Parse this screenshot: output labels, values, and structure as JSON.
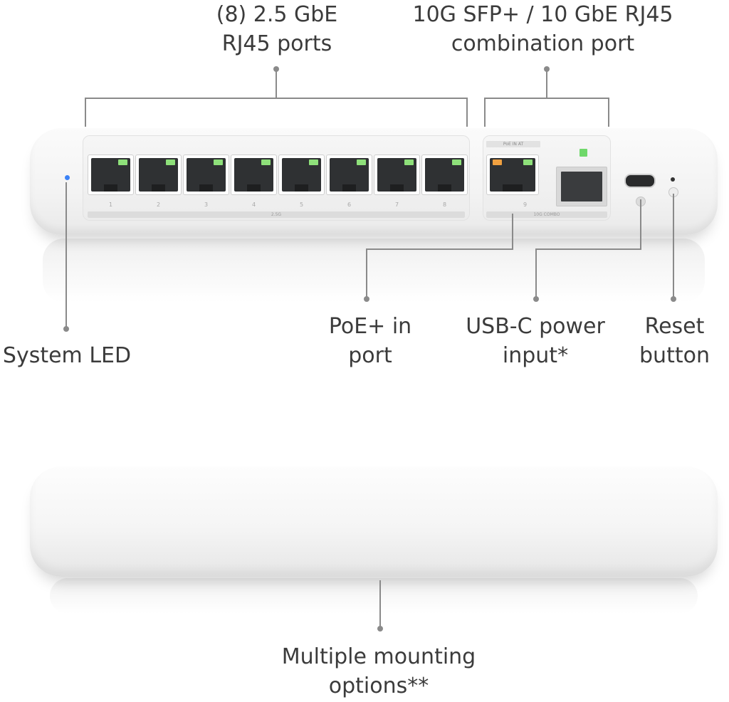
{
  "labels": {
    "ports_2_5g": {
      "line1": "(8) 2.5 GbE",
      "line2": "RJ45 ports"
    },
    "combo_port": {
      "line1": "10G SFP+ / 10 GbE RJ45",
      "line2": "combination port"
    },
    "system_led": {
      "line1": "System LED"
    },
    "poe_in": {
      "line1": "PoE+ in",
      "line2": "port"
    },
    "usb_c": {
      "line1": "USB-C power",
      "line2": "input*"
    },
    "reset": {
      "line1": "Reset",
      "line2": "button"
    },
    "mounting": {
      "line1": "Multiple mounting",
      "line2": "options**"
    }
  },
  "device": {
    "port_numbers": [
      "1",
      "2",
      "3",
      "4",
      "5",
      "6",
      "7",
      "8"
    ],
    "combo_port_number": "9",
    "group_bar_label": "2.5G",
    "combo_bar_label": "10G COMBO",
    "poe_tag_label": "PoE IN AT"
  },
  "colors": {
    "port_led": "#8ee07a",
    "poe_led": "#f0a040",
    "system_led": "#3b82f6",
    "callout_line": "#8a8a8a",
    "label_text": "#3b3b3b"
  }
}
